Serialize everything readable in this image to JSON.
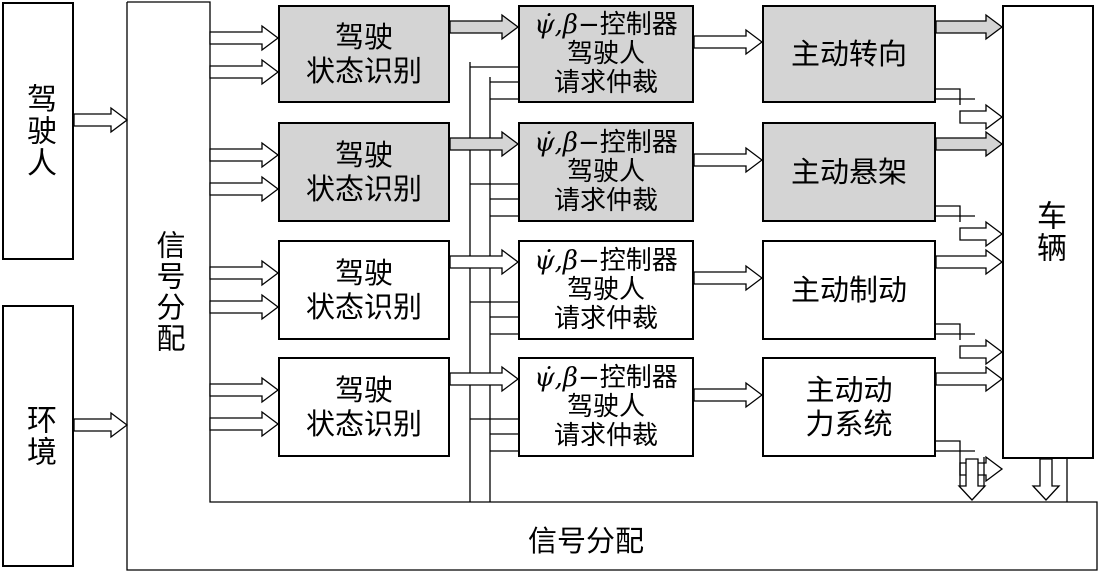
{
  "inputs": {
    "driver": "驾驶人",
    "environment": "环境"
  },
  "distribution": {
    "vertical_label": "信号分配",
    "bottom_label": "信号分配"
  },
  "rows": [
    {
      "state": [
        "驾驶",
        "状态识别"
      ],
      "controller_symbol": "ψ̇,β",
      "controller_dash": "−",
      "controller_lines": [
        "控制器",
        "驾驶人",
        "请求仲裁"
      ],
      "actuator": [
        "主动转向"
      ],
      "highlighted": true
    },
    {
      "state": [
        "驾驶",
        "状态识别"
      ],
      "controller_symbol": "ψ̇,β",
      "controller_dash": "−",
      "controller_lines": [
        "控制器",
        "驾驶人",
        "请求仲裁"
      ],
      "actuator": [
        "主动悬架"
      ],
      "highlighted": true
    },
    {
      "state": [
        "驾驶",
        "状态识别"
      ],
      "controller_symbol": "ψ̇,β",
      "controller_dash": "−",
      "controller_lines": [
        "控制器",
        "驾驶人",
        "请求仲裁"
      ],
      "actuator": [
        "主动制动"
      ],
      "highlighted": false
    },
    {
      "state": [
        "驾驶",
        "状态识别"
      ],
      "controller_symbol": "ψ̇,β",
      "controller_dash": "−",
      "controller_lines": [
        "控制器",
        "驾驶人",
        "请求仲裁"
      ],
      "actuator": [
        "主动动",
        "力系统"
      ],
      "highlighted": false
    }
  ],
  "vehicle": "车辆",
  "colors": {
    "highlight_fill": "#d4d4d4",
    "line": "#000000",
    "background": "#ffffff"
  }
}
